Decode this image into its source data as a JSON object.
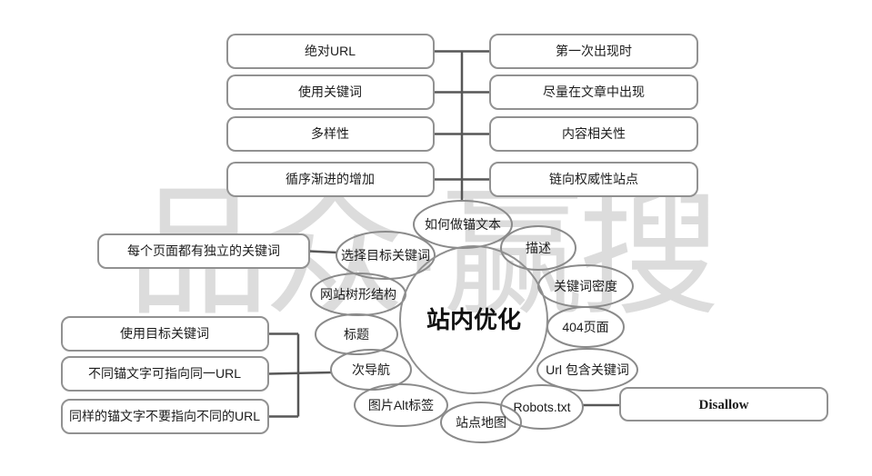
{
  "watermark": {
    "text": "品众·赢搜",
    "color": "#dcdcdc"
  },
  "colors": {
    "background": "#ffffff",
    "box_stroke": "#919191",
    "ellipse_stroke": "#8a8a8a",
    "connector": "#575757",
    "text": "#1c1c1c"
  },
  "center_node": {
    "label": "站内优化"
  },
  "anchor_text_branch": {
    "left_items": [
      {
        "label": "绝对URL"
      },
      {
        "label": "使用关键词"
      },
      {
        "label": "多样性"
      },
      {
        "label": "循序渐进的增加"
      }
    ],
    "right_items": [
      {
        "label": "第一次出现时"
      },
      {
        "label": "尽量在文章中出现"
      },
      {
        "label": "内容相关性"
      },
      {
        "label": "链向权威性站点"
      }
    ]
  },
  "keyword_branch": {
    "items": [
      {
        "label": "每个页面都有独立的关键词"
      }
    ]
  },
  "nav_branch": {
    "items": [
      {
        "label": "使用目标关键词"
      },
      {
        "label": "不同锚文字可指向同一URL"
      },
      {
        "label": "同样的锚文字不要指向不同的URL"
      }
    ]
  },
  "robots_branch": {
    "items": [
      {
        "label": "Disallow"
      }
    ]
  },
  "ellipse_nodes": [
    {
      "label": "如何做锚文本"
    },
    {
      "label": "描述"
    },
    {
      "label": "关键词密度"
    },
    {
      "label": "404页面"
    },
    {
      "label": "Url 包含关键词"
    },
    {
      "label": "Robots.txt"
    },
    {
      "label": "站点地图"
    },
    {
      "label": "图片Alt标签"
    },
    {
      "label": "次导航"
    },
    {
      "label": "标题"
    },
    {
      "label": "网站树形结构"
    },
    {
      "label": "选择目标关键词"
    }
  ]
}
